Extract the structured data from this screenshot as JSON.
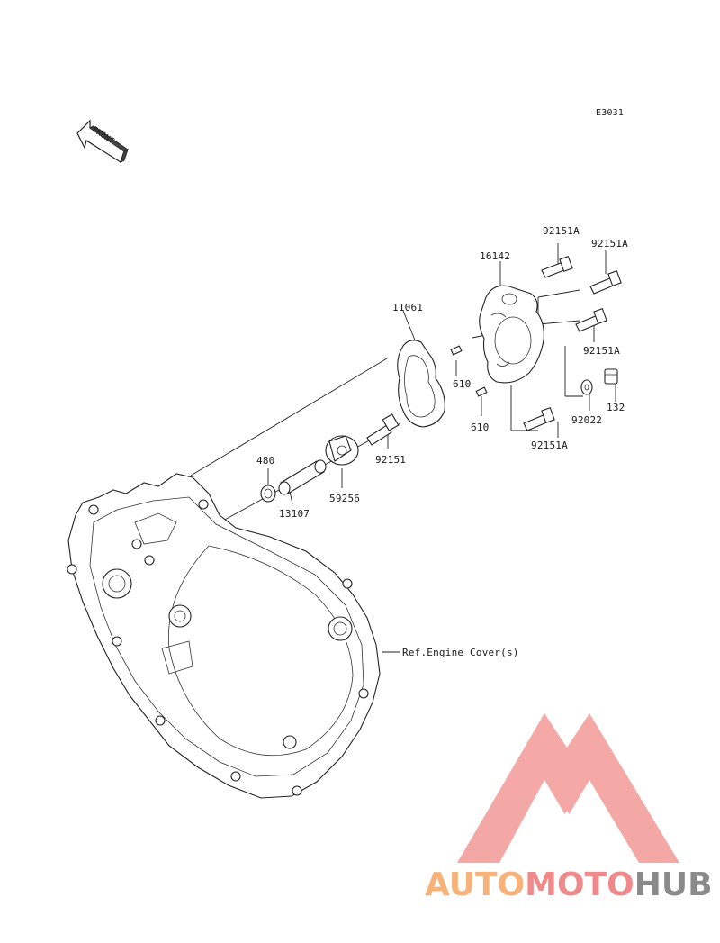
{
  "diagram_code": "E3031",
  "front_indicator": "FRONT",
  "parts": {
    "p16142": "16142",
    "p92151A_1": "92151A",
    "p92151A_2": "92151A",
    "p92151A_3": "92151A",
    "p92151A_4": "92151A",
    "p11061": "11061",
    "p610_1": "610",
    "p610_2": "610",
    "p92022": "92022",
    "p132": "132",
    "p92151": "92151",
    "p480": "480",
    "p59256": "59256",
    "p13107": "13107"
  },
  "reference": "Ref.Engine Cover(s)",
  "logo": {
    "part1": "AUTO",
    "part2": "MOTO",
    "part3": "HUB",
    "color_orange": "#f7b27a",
    "color_pink": "#f08a8a",
    "color_gray": "#8a8a8a"
  }
}
